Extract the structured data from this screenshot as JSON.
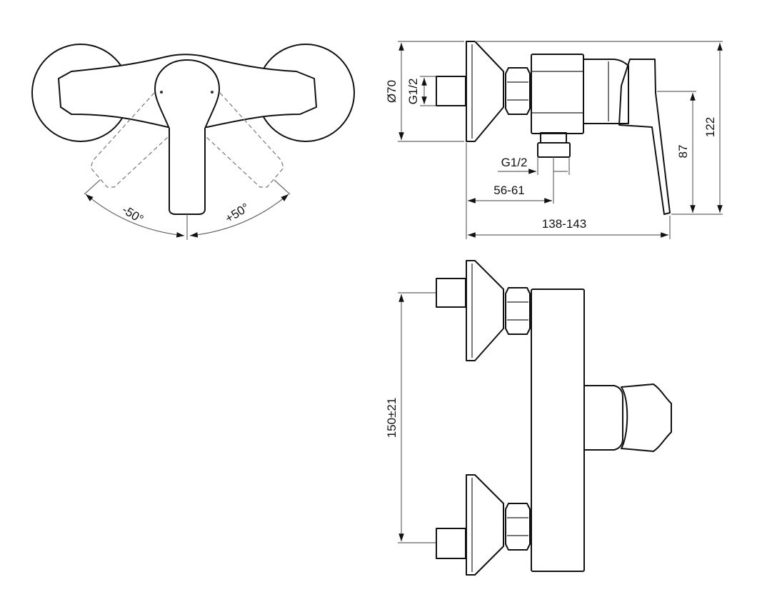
{
  "title": "Shower mixer dimension drawing",
  "top_view": {
    "angle_left": "-50°",
    "angle_right": "+50°"
  },
  "side_view": {
    "escutcheon_diameter": "Ø70",
    "inlet_thread": "G1/2",
    "outlet_thread": "G1/2",
    "outlet_distance": "56-61",
    "total_depth": "138-143",
    "lever_height": "87",
    "total_height": "122"
  },
  "front_view": {
    "inlet_spacing": "150±21"
  },
  "colors": {
    "line": "#111111",
    "dimension": "#666666"
  }
}
